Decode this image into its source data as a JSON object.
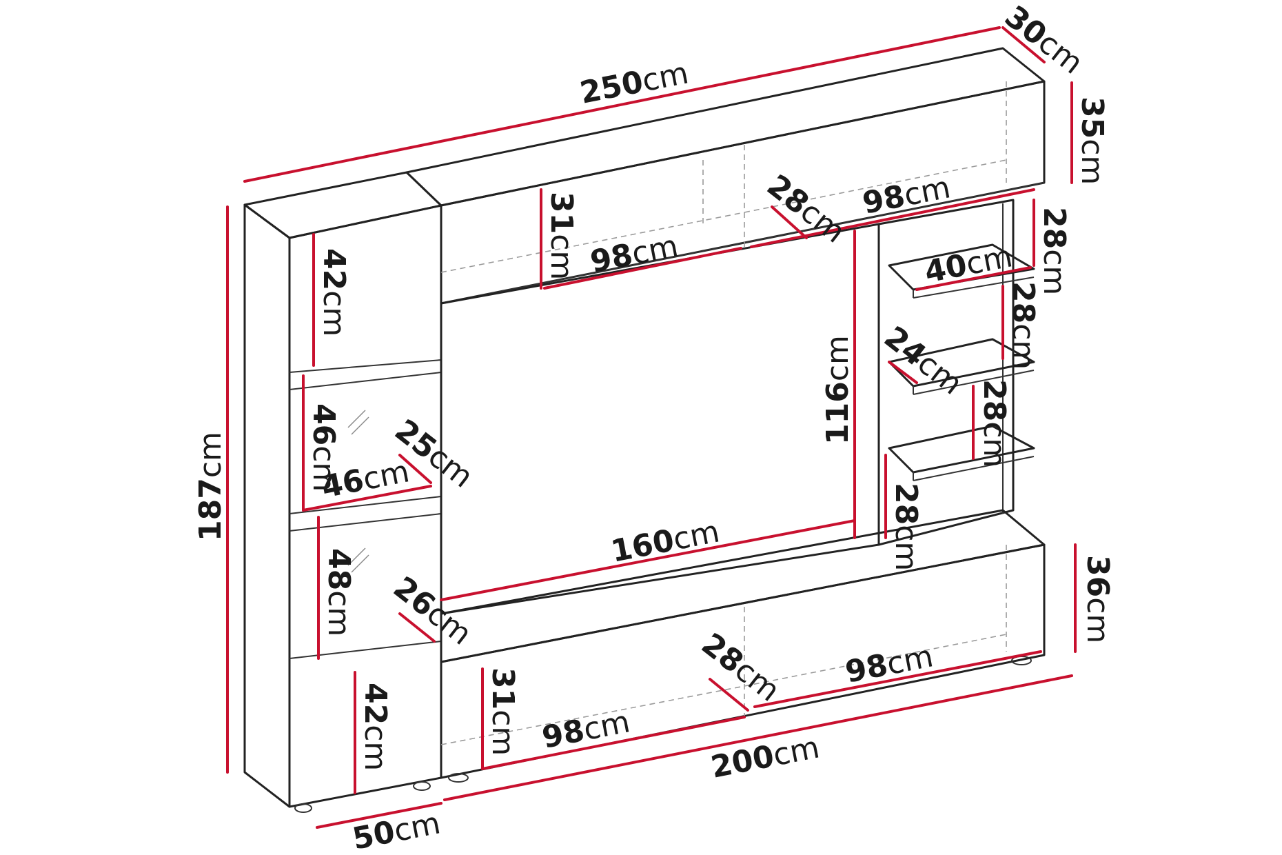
{
  "colors": {
    "dimension_line": "#c8102e",
    "outline": "#222222",
    "hidden_edge": "#9a9a9a",
    "background": "#ffffff"
  },
  "unit": "cm",
  "dimensions": {
    "total_width": "250",
    "total_depth": "30",
    "total_height": "187",
    "top_shelf_height": "35",
    "top_compartment_height": "31",
    "top_compartment_left_width": "98",
    "top_compartment_right_width": "98",
    "top_compartment_depth": "28",
    "side_shelf_height_top": "28",
    "side_shelf_width": "40",
    "side_shelf_height_mid": "28",
    "side_shelf_depth": "24",
    "side_shelf_height_low": "28",
    "side_shelf_height_bottom": "28",
    "tv_opening_height": "116",
    "tv_opening_width": "160",
    "left_cabinet_top_height": "42",
    "left_cabinet_glass_height": "46",
    "left_cabinet_glass_width": "46",
    "left_cabinet_glass_depth": "25",
    "left_cabinet_lower_glass_height": "48",
    "left_cabinet_lower_glass_depth": "26",
    "left_cabinet_bottom_height": "42",
    "left_cabinet_width": "50",
    "tv_bench_height": "36",
    "tv_bench_compartment_height": "31",
    "tv_bench_left_width": "98",
    "tv_bench_right_width": "98",
    "tv_bench_depth": "28",
    "tv_bench_width": "200"
  }
}
